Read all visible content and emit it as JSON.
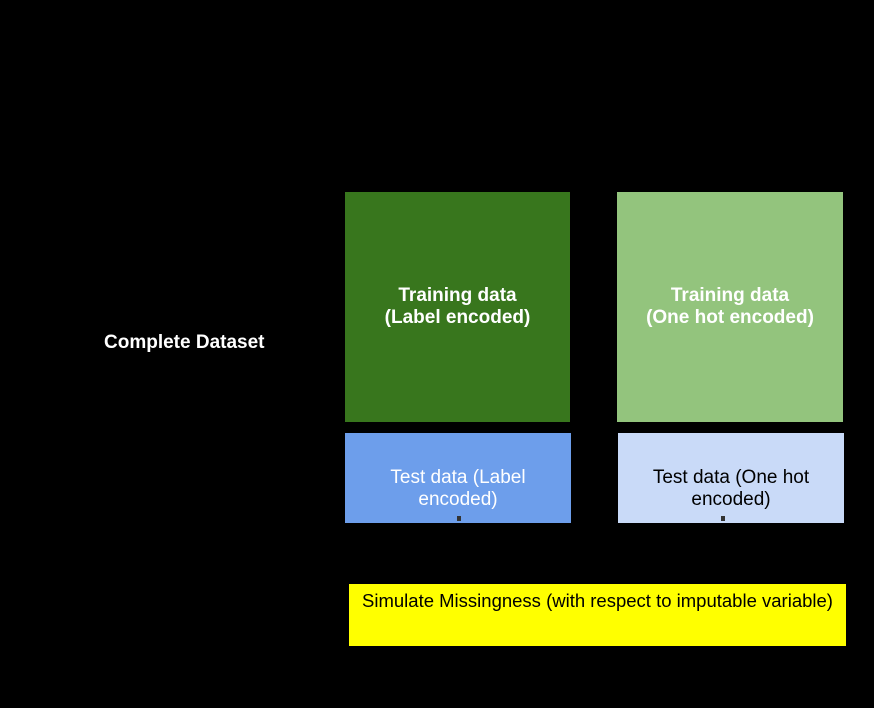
{
  "background_color": "#000000",
  "labels": {
    "complete_dataset": "Complete Dataset"
  },
  "boxes": {
    "training_label_encoded": {
      "lines": [
        "Training data",
        "(Label encoded)"
      ],
      "color": "#38761d",
      "text_color": "#ffffff"
    },
    "training_one_hot_encoded": {
      "lines": [
        "Training data",
        "(One hot encoded)"
      ],
      "color": "#93c47d",
      "text_color": "#ffffff"
    },
    "test_label_encoded": {
      "lines": [
        "Test data (Label",
        "encoded)"
      ],
      "color": "#6d9eeb",
      "text_color": "#ffffff"
    },
    "test_one_hot_encoded": {
      "lines": [
        "Test data (One hot",
        "encoded)"
      ],
      "color": "#c9daf8",
      "text_color": "#000000"
    },
    "simulate_missingness": {
      "label": "Simulate Missingness (with respect to imputable variable)",
      "color": "#ffff00",
      "text_color": "#000000"
    }
  }
}
